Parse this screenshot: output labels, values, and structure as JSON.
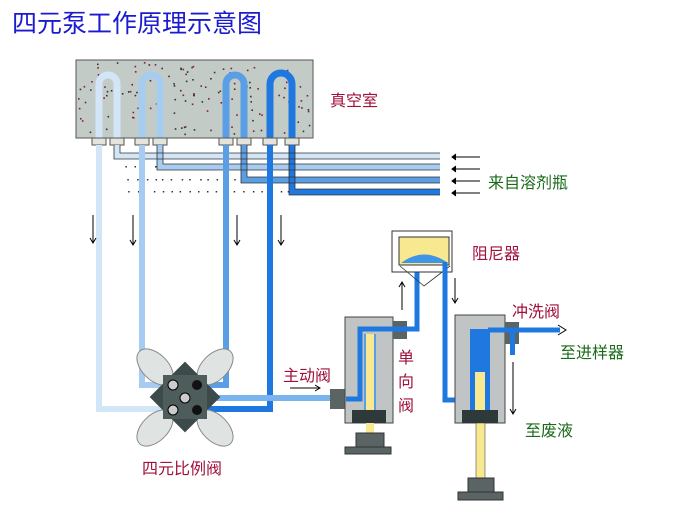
{
  "title": "四元泵工作原理示意图",
  "labels": {
    "vacuum_chamber": "真空室",
    "from_solvent": "来自溶剂瓶",
    "damper": "阻尼器",
    "purge_valve": "冲洗阀",
    "to_injector": "至进样器",
    "check_valve": [
      "单",
      "向",
      "阀"
    ],
    "active_valve": "主动阀",
    "to_waste": "至废液",
    "proportioning_valve": "四元比例阀"
  },
  "colors": {
    "title": "#1a1ad0",
    "label_red": "#a0103a",
    "label_green": "#1a6a1a",
    "solvent_a": "#d2e6f8",
    "solvent_b": "#a6ccf2",
    "solvent_c": "#5a9fe6",
    "solvent_d": "#1e78e0",
    "chamber": "#c3cbc7",
    "pump_body": "#c0c4c4",
    "dark": "#4a5656",
    "piston": "#f8e890"
  }
}
